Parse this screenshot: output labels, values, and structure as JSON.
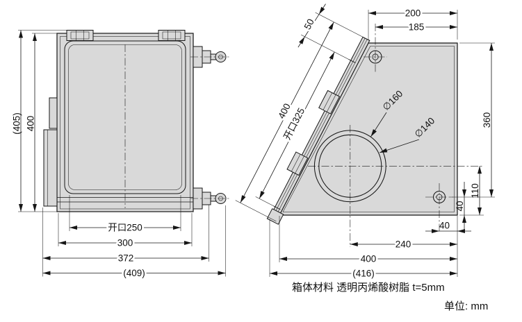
{
  "front_view": {
    "dims": {
      "height_overall": "(405)",
      "height": "400",
      "opening": "开口250",
      "width_300": "300",
      "width_372": "372",
      "width_overall": "(409)"
    }
  },
  "side_view": {
    "dims": {
      "top_200": "200",
      "top_185": "185",
      "slant_50": "50",
      "slant_400": "400",
      "slant_opening": "开口325",
      "dia_outer": "∅160",
      "dia_inner": "∅140",
      "right_360": "360",
      "right_110": "110",
      "right_40": "40",
      "bottom_40": "40",
      "bottom_240": "240",
      "bottom_400": "400",
      "bottom_overall": "(416)"
    }
  },
  "notes": {
    "material": "箱体材料 透明丙烯酸树脂 t=5mm",
    "unit": "单位: mm"
  }
}
